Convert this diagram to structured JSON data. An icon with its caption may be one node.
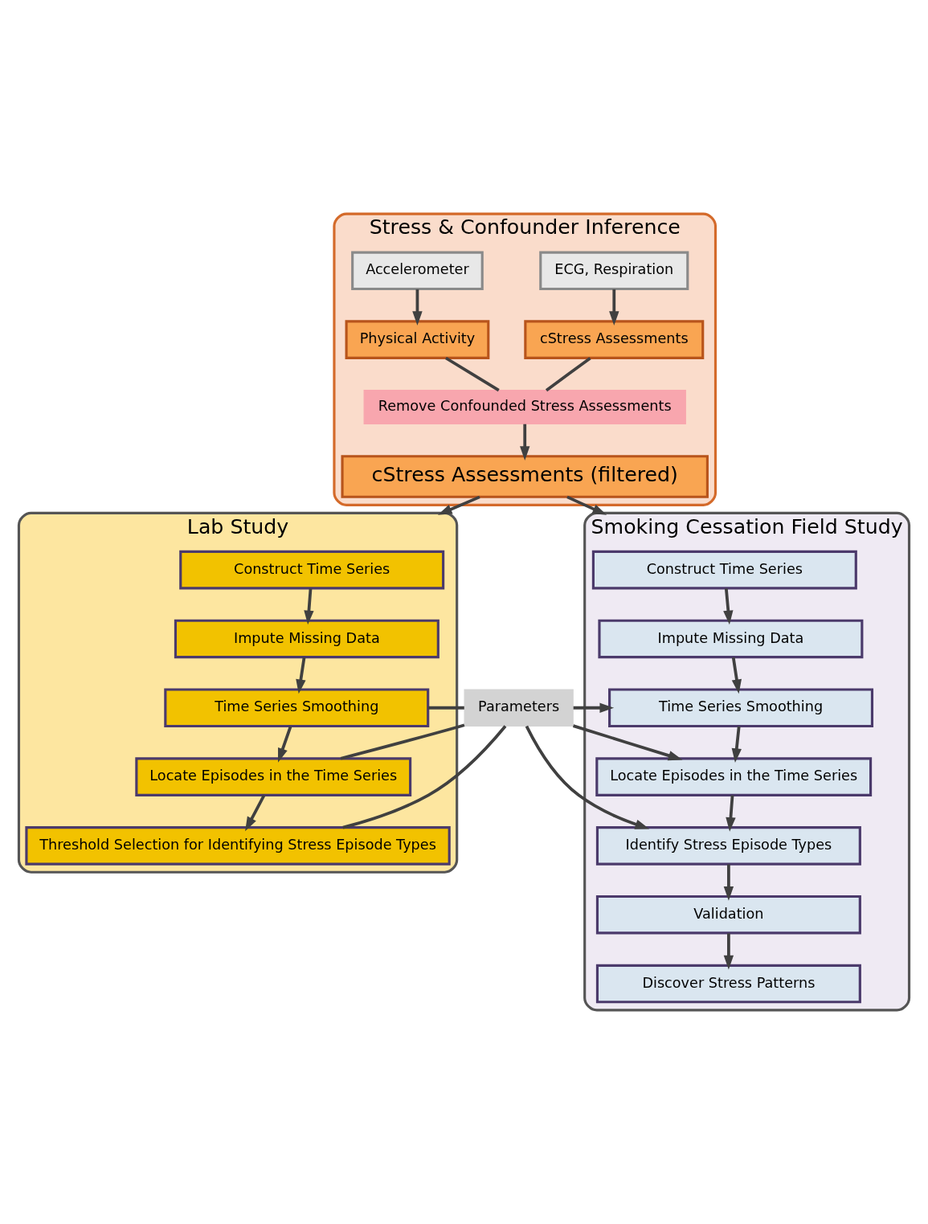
{
  "diagram": {
    "nodes": [
      {
        "text": [
          "Stress & Confounder Inference"
        ]
      },
      {
        "text": [
          "ECG, Respiration"
        ],
        "in": 0
      },
      {
        "text": [
          "Accelerometer"
        ],
        "in": 0
      },
      {
        "text": [
          "cStress Assessments"
        ],
        "in": 0
      },
      {
        "text": [
          "Physical Activity"
        ],
        "in": 0
      },
      {
        "text": [
          "Remove Confounded Stress Assessments"
        ],
        "in": 0
      },
      {
        "text": [
          "cStress Assessments (filtered)"
        ],
        "in": 0
      },
      {
        "text": [
          "Lab Study"
        ]
      },
      {
        "text": [
          "Construct Time Series"
        ],
        "in": 7
      },
      {
        "text": [
          "Impute Missing Data"
        ],
        "in": 7
      },
      {
        "text": [
          "Time Series Smoothing"
        ],
        "in": 7
      },
      {
        "text": [
          "Locate Episodes in the Time Series"
        ],
        "in": 7
      },
      {
        "text": [
          "Threshold Selection for Identifying Stress Episode Types"
        ],
        "in": 7
      },
      {
        "text": [
          "Smoking Cessation Field Study"
        ]
      },
      {
        "text": [
          "Construct Time Series"
        ],
        "in": 13
      },
      {
        "text": [
          "Impute Missing Data"
        ],
        "in": 13
      },
      {
        "text": [
          "Time Series Smoothing"
        ],
        "in": 13
      },
      {
        "text": [
          "Locate Episodes in the Time Series"
        ],
        "in": 13
      },
      {
        "text": [
          "Identify Stress Episode Types"
        ],
        "in": 13
      },
      {
        "text": [
          "Validation"
        ],
        "in": 13
      },
      {
        "text": [
          "Discover Stress Patterns"
        ],
        "in": 13
      },
      {
        "text": [
          "Parameters"
        ]
      }
    ],
    "edges": [
      {
        "from": 1,
        "to": 3,
        "arrow": "to"
      },
      {
        "from": 2,
        "to": 4,
        "arrow": "to"
      },
      {
        "from": 3,
        "to": 5,
        "arrow": "none"
      },
      {
        "from": 4,
        "to": 5,
        "arrow": "none"
      },
      {
        "from": 5,
        "to": 6,
        "arrow": "to"
      },
      {
        "from": 6,
        "to": 7,
        "arrow": "to"
      },
      {
        "from": 6,
        "to": 13,
        "arrow": "to"
      },
      {
        "from": 8,
        "to": 9,
        "arrow": "to"
      },
      {
        "from": 9,
        "to": 10,
        "arrow": "to"
      },
      {
        "from": 10,
        "to": 11,
        "arrow": "to"
      },
      {
        "from": 11,
        "to": 12,
        "arrow": "to"
      },
      {
        "from": 14,
        "to": 15,
        "arrow": "to"
      },
      {
        "from": 15,
        "to": 16,
        "arrow": "to"
      },
      {
        "from": 16,
        "to": 17,
        "arrow": "to"
      },
      {
        "from": 17,
        "to": 18,
        "arrow": "to"
      },
      {
        "from": 18,
        "to": 19,
        "arrow": "to"
      },
      {
        "from": 19,
        "to": 20,
        "arrow": "to"
      },
      {
        "from": 10,
        "to": 21,
        "arrow": "none"
      },
      {
        "from": 21,
        "to": 16,
        "arrow": "to"
      },
      {
        "from": 11,
        "to": 21,
        "arrow": "none"
      },
      {
        "from": 21,
        "to": 17,
        "arrow": "to"
      },
      {
        "from": 12,
        "to": 21,
        "arrow": "none"
      },
      {
        "from": 21,
        "to": 18,
        "arrow": "to"
      }
    ]
  }
}
